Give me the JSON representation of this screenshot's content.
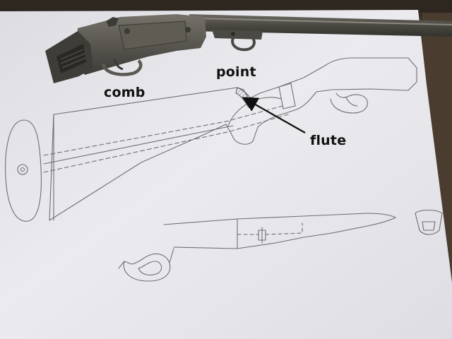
{
  "photo": {
    "labels": {
      "comb": "comb",
      "point": "point",
      "flute": "flute"
    },
    "colors": {
      "paper": "#e9e8ed",
      "table": "#3a3026",
      "metal": "#545149",
      "pencil": "#6d6d74",
      "arrow": "#101010"
    }
  }
}
